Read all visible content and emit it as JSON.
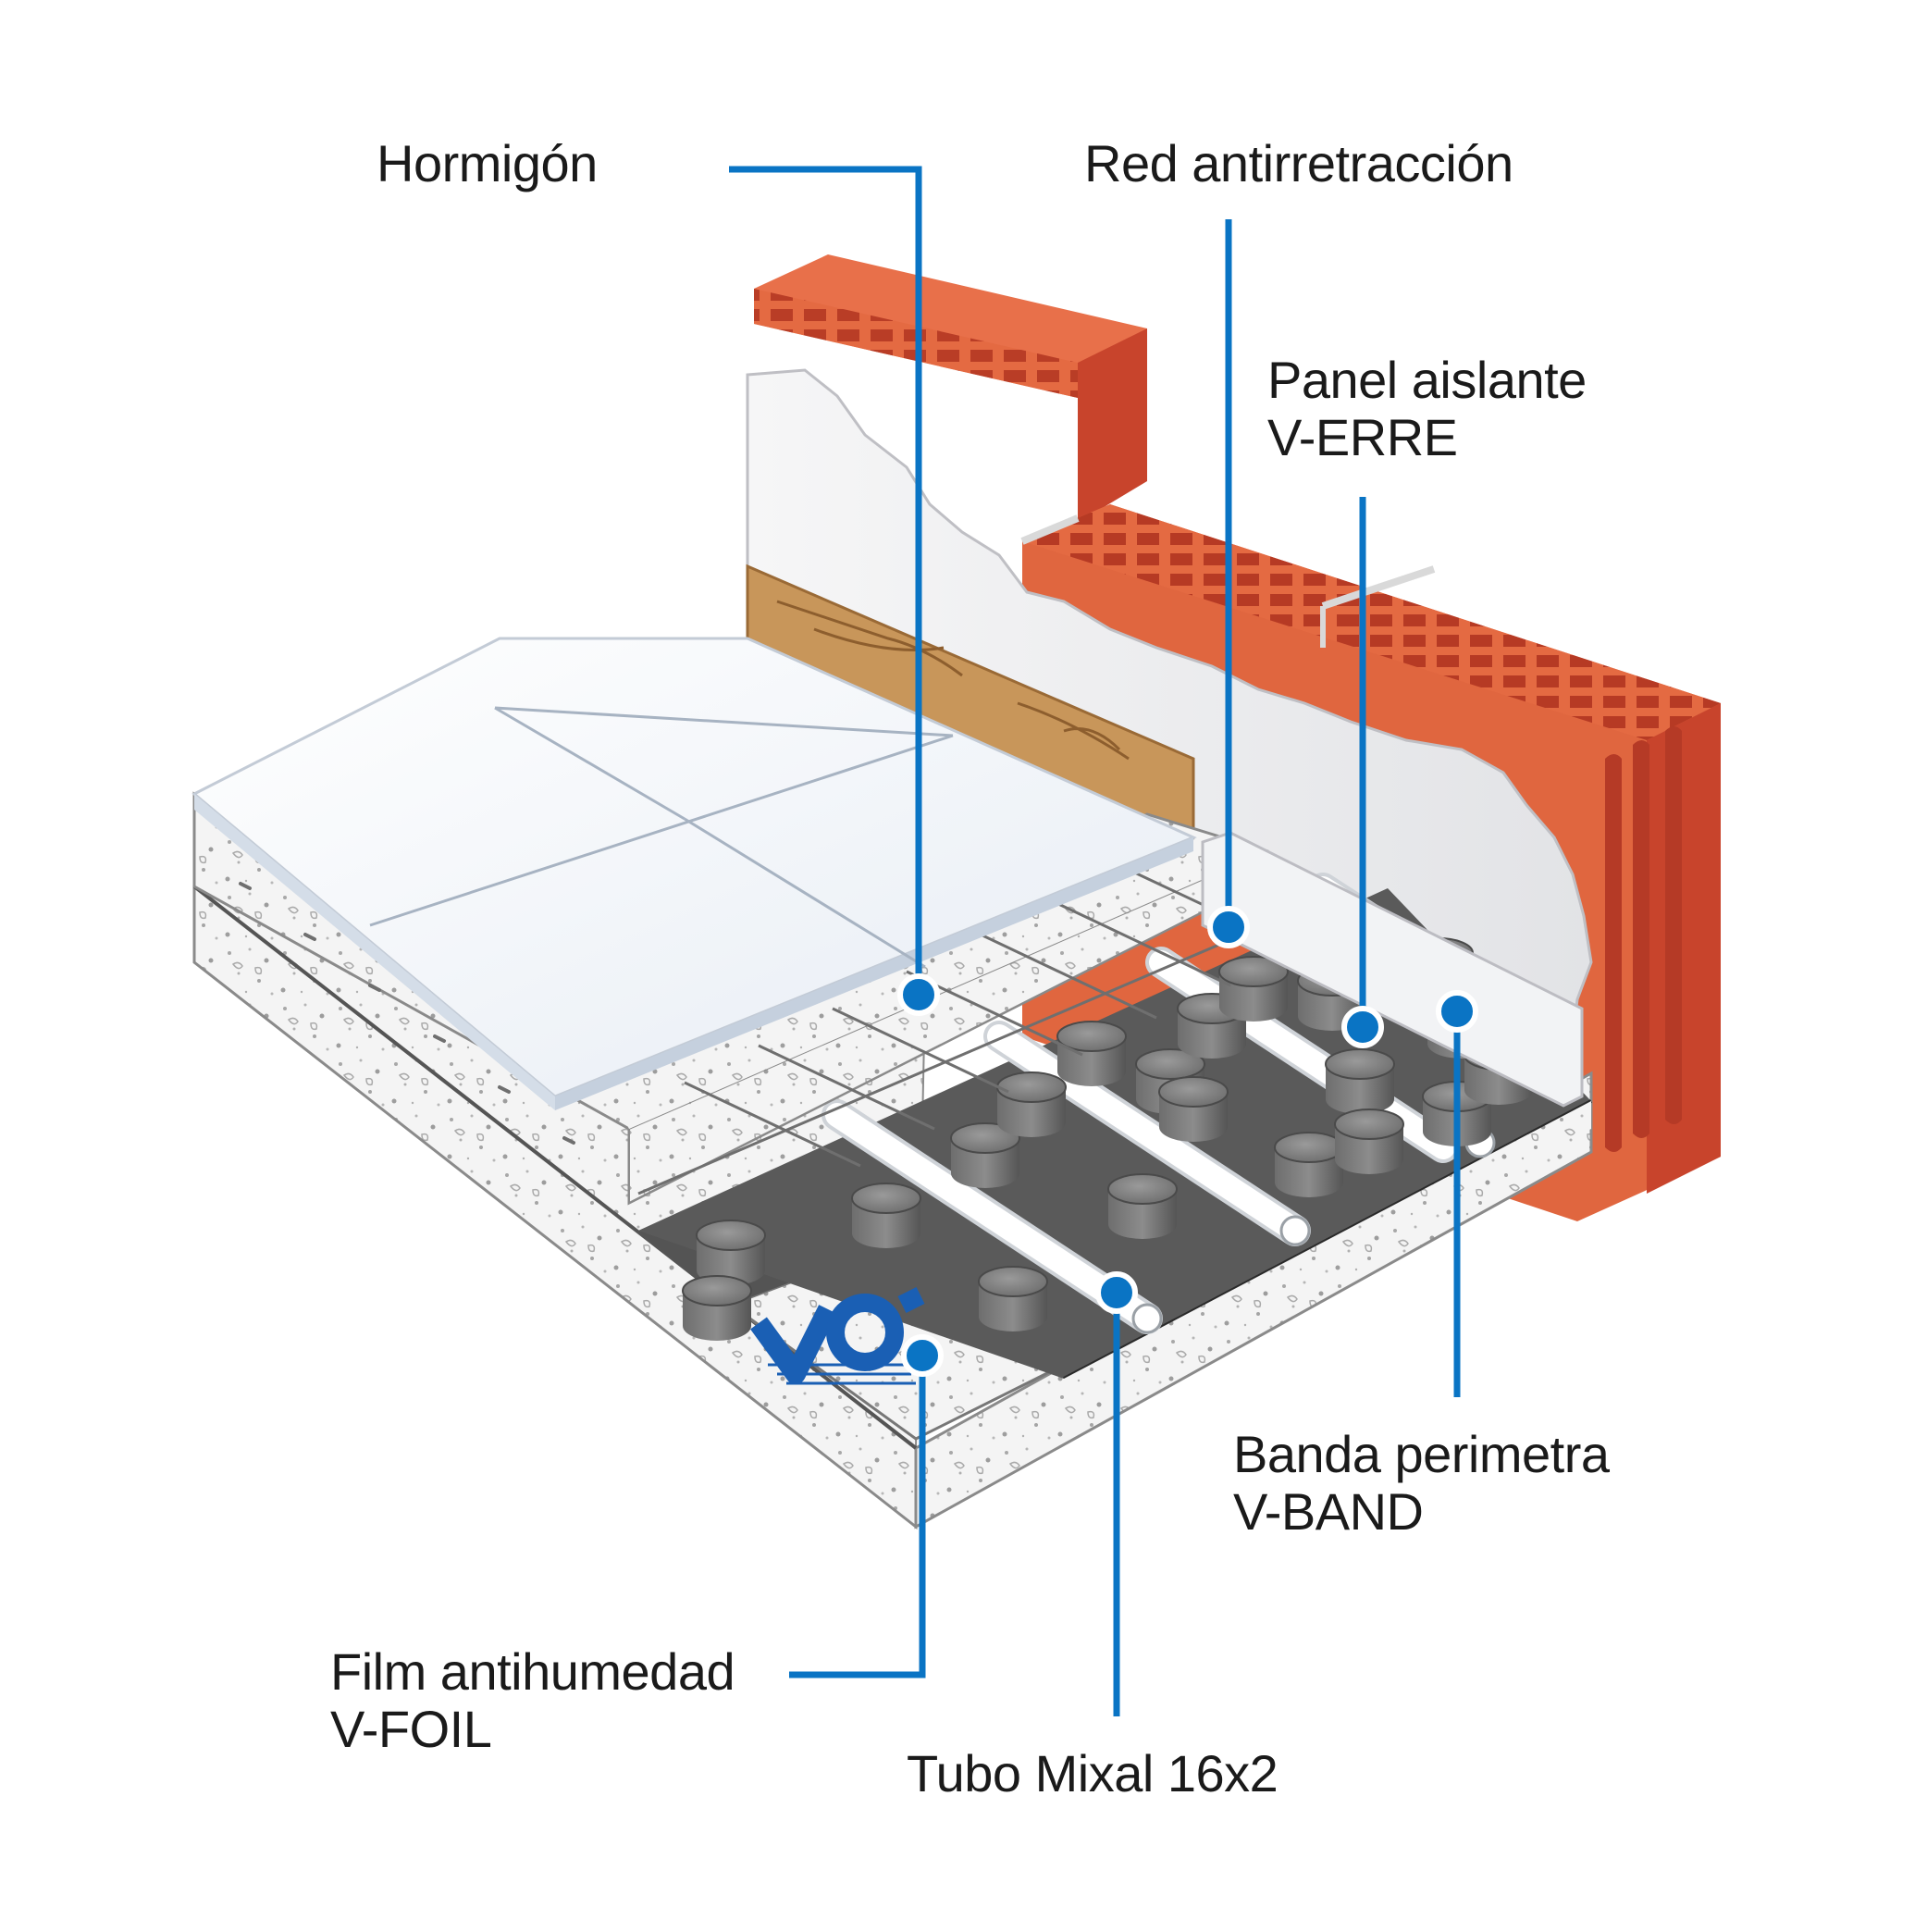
{
  "colors": {
    "leader": "#0a74c4",
    "brick_face": "#e0663f",
    "brick_side": "#c8442c",
    "brick_top": "#e8704a",
    "plaster": "#ececee",
    "concrete": "#f4f4f4",
    "panel": "#5c5c5c",
    "pipe": "#ffffff",
    "tile": "#f4f7fb",
    "wood": "#c8965a",
    "band": "#f2f3f5"
  },
  "labels": {
    "hormigon": "Hormigón",
    "red": "Red antirretracción",
    "panel": {
      "line1": "Panel aislante",
      "line2": "V-ERRE"
    },
    "banda": {
      "line1": "Banda perimetra",
      "line2": "V-BAND"
    },
    "film": {
      "line1": "Film antihumedad",
      "line2": "V-FOIL"
    },
    "tubo": "Tubo Mixal 16x2"
  },
  "icons": {
    "logo": "vortice-logo",
    "marker": "blue-dot-marker"
  }
}
